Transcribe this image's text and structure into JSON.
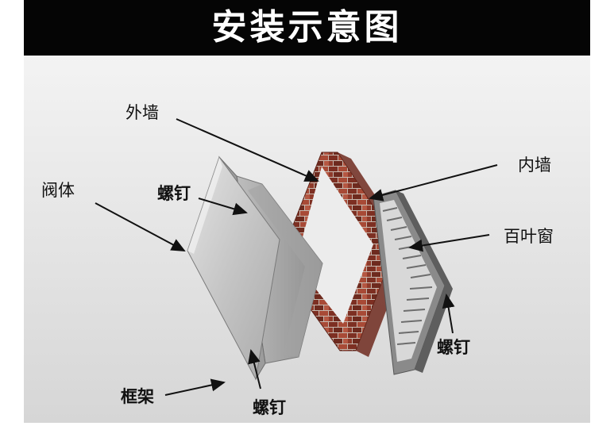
{
  "title": "安装示意图",
  "labels": {
    "outer_wall": "外墙",
    "valve_body": "阀体",
    "screw_top": "螺钉",
    "inner_wall": "内墙",
    "louver": "百叶窗",
    "screw_right": "螺钉",
    "frame": "框架",
    "screw_bottom": "螺钉"
  },
  "colors": {
    "title_bg": "#050505",
    "title_text": "#ffffff",
    "background_top": "#f2f2f2",
    "background_bottom": "#d9d9d9",
    "brick": "#8b3a2b",
    "metal": "#c9c9c9"
  }
}
